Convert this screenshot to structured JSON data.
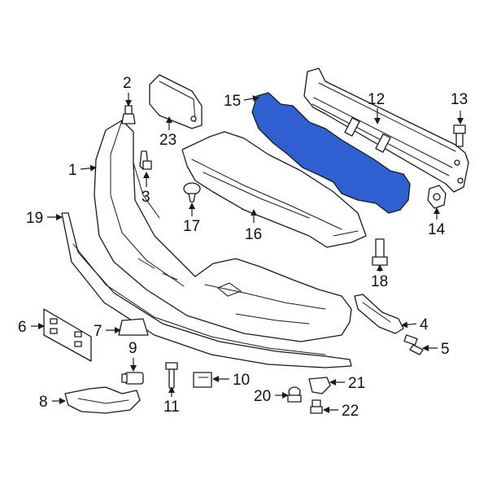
{
  "colors": {
    "highlight": "#2f5fd0",
    "line": "#1a1a1a",
    "background": "#ffffff"
  },
  "callouts": {
    "c1": "1",
    "c2": "2",
    "c3": "3",
    "c4": "4",
    "c5": "5",
    "c6": "6",
    "c7": "7",
    "c8": "8",
    "c9": "9",
    "c10": "10",
    "c11": "11",
    "c12": "12",
    "c13": "13",
    "c14": "14",
    "c15": "15",
    "c16": "16",
    "c17": "17",
    "c18": "18",
    "c19": "19",
    "c20": "20",
    "c21": "21",
    "c22": "22",
    "c23": "23"
  }
}
